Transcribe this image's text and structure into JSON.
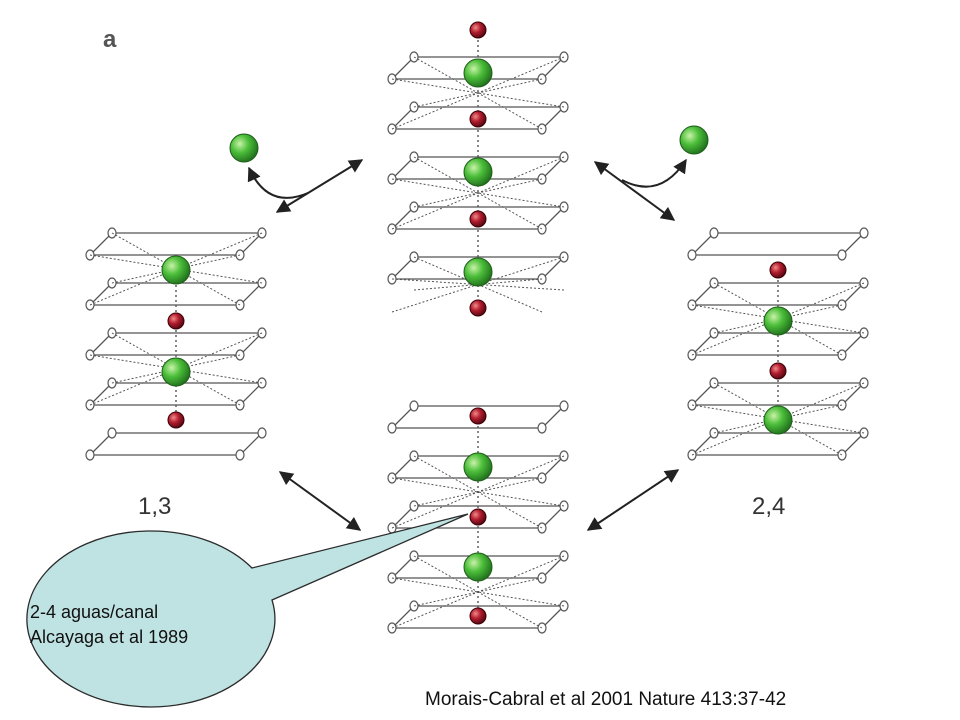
{
  "figure": {
    "panel_letter": "a",
    "states": [
      {
        "label": ""
      },
      {
        "label": "1,3"
      },
      {
        "label": "2,4"
      },
      {
        "label": ""
      }
    ]
  },
  "callout": {
    "line1": "2-4 aguas/canal",
    "line2": "Alcayaga et al 1989"
  },
  "citation": "Morais-Cabral et al 2001 Nature 413:37-42",
  "colors": {
    "ion": "#3aa832",
    "water": "#a3152a",
    "callout_fill": "#bfe3e3",
    "cage_line": "#555555"
  }
}
